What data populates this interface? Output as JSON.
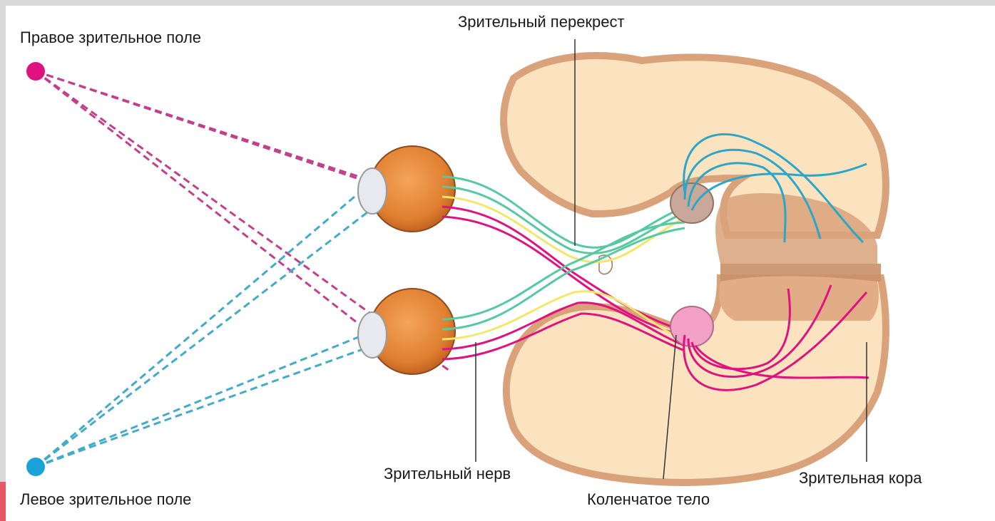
{
  "labels": {
    "right_visual_field": "Правое зрительное поле",
    "left_visual_field": "Левое зрительное поле",
    "optic_chiasm": "Зрительный перекрест",
    "optic_nerve": "Зрительный нерв",
    "geniculate_body": "Коленчатое тело",
    "visual_cortex": "Зрительная кора"
  },
  "colors": {
    "right_field": "#e0127f",
    "left_field": "#1aa3d9",
    "nerve_green": "#57c9a0",
    "nerve_yellow": "#f2e66b",
    "brain_fill": "#fbe3c0",
    "brain_cortex": "#e3b089",
    "eye_orange": "#e88a3a"
  },
  "icons": [
    "right-field-point-icon",
    "left-field-point-icon",
    "eye-icon",
    "brain-icon"
  ]
}
